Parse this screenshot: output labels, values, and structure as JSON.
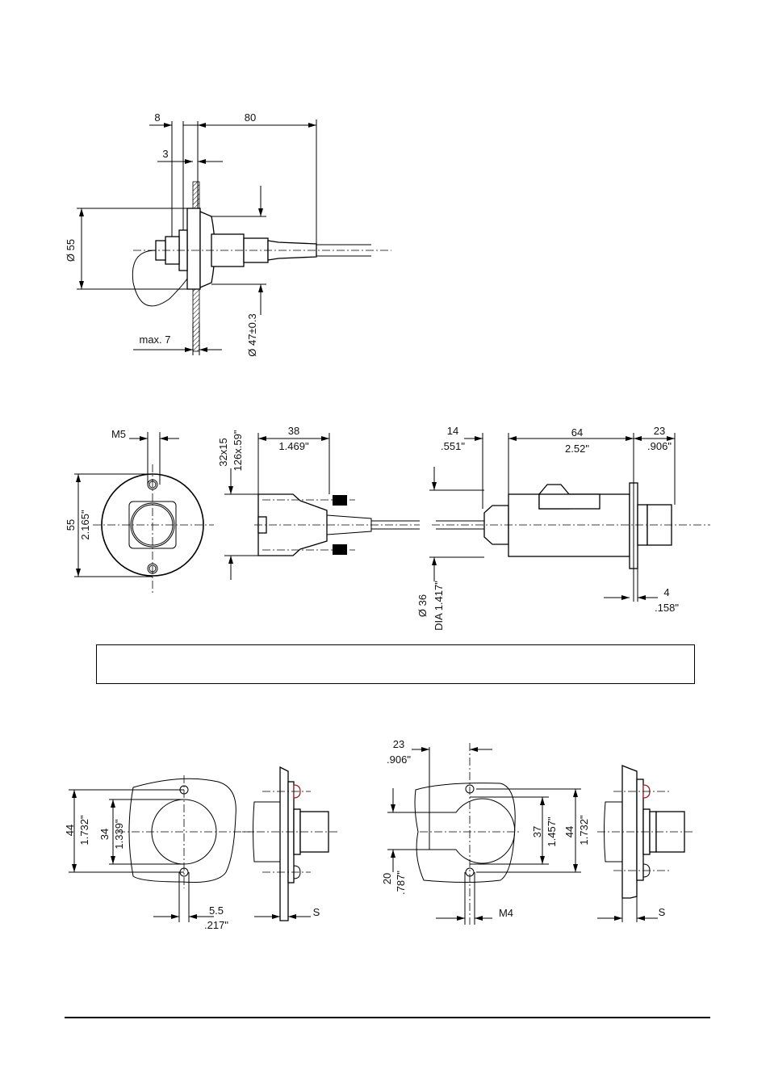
{
  "drawing_top": {
    "dim_8": "8",
    "dim_80": "80",
    "dim_3": "3",
    "dim_dia55": "Ø 55",
    "dim_max7": "max. 7",
    "dim_dia47": "Ø 47±0.3"
  },
  "drawing_middle": {
    "dim_m5": "M5",
    "dim_55": "55",
    "dim_55_in": "2.165\"",
    "dim_32x15": "32x15",
    "dim_32x15_in": "126x.59\"",
    "dim_38": "38",
    "dim_38_in": "1.469\"",
    "dim_14": "14",
    "dim_14_in": ".551\"",
    "dim_64": "64",
    "dim_64_in": "2.52\"",
    "dim_23": "23",
    "dim_23_in": ".906\"",
    "dim_dia36": "Ø 36",
    "dim_dia36_in": "DIA 1.417\"",
    "dim_4": "4",
    "dim_4_in": ".158\""
  },
  "drawing_bottom_left": {
    "dim_44": "44",
    "dim_44_in": "1.732\"",
    "dim_34": "34",
    "dim_34_in": "1.339\"",
    "dim_5_5": "5.5",
    "dim_5_5_in": ".217\"",
    "dim_s": "S"
  },
  "drawing_bottom_right": {
    "dim_23": "23",
    "dim_23_in": ".906\"",
    "dim_20": "20",
    "dim_20_in": ".787\"",
    "dim_37": "37",
    "dim_37_in": "1.457\"",
    "dim_44": "44",
    "dim_44_in": "1.732\"",
    "dim_m4": "M4",
    "dim_s": "S"
  },
  "colors": {
    "line": "#000000",
    "screw_accent": "#a02020"
  }
}
